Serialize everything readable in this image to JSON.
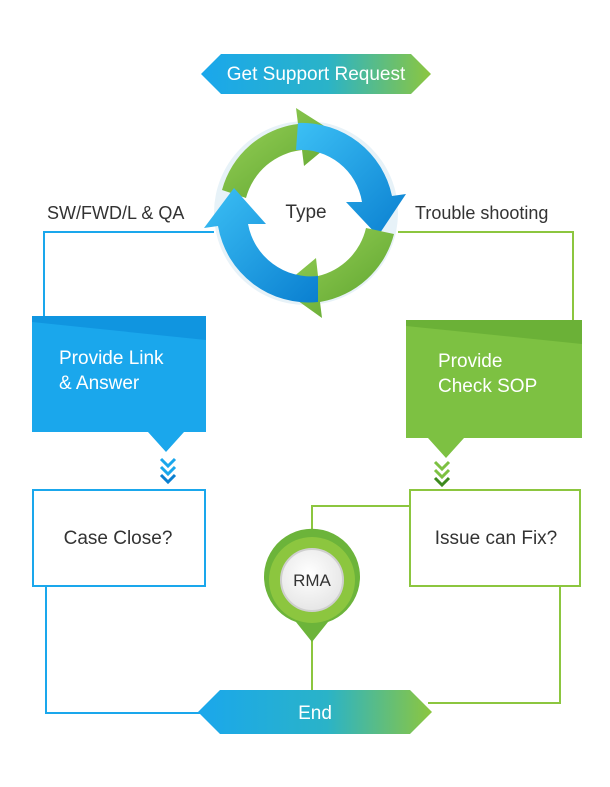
{
  "start": {
    "label": "Get Support Request"
  },
  "cycle": {
    "label": "Type"
  },
  "branches": {
    "left": "SW/FWD/L & QA",
    "right": "Trouble shooting"
  },
  "left_box": {
    "line1": "Provide Link",
    "line2": "& Answer"
  },
  "right_box": {
    "line1": "Provide",
    "line2": "Check SOP"
  },
  "left_decision": {
    "label": "Case Close?"
  },
  "right_decision": {
    "label": "Issue can Fix?"
  },
  "rma": {
    "label": "RMA"
  },
  "end": {
    "label": "End"
  },
  "colors": {
    "blue": "#1aa7ec",
    "blue_dark": "#0a7fd0",
    "green": "#7dc142",
    "green_dark": "#5aa12b",
    "text": "#333333"
  }
}
